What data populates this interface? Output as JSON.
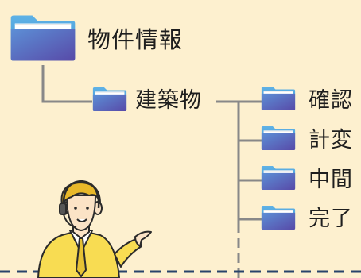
{
  "tree": {
    "root": {
      "label": "物件情報",
      "icon": "folder-icon"
    },
    "level1": {
      "label": "建築物",
      "icon": "folder-icon"
    },
    "children": [
      {
        "label": "確認",
        "icon": "folder-icon"
      },
      {
        "label": "計変",
        "icon": "folder-icon"
      },
      {
        "label": "中間",
        "icon": "folder-icon"
      },
      {
        "label": "完了",
        "icon": "folder-icon"
      }
    ]
  },
  "figure": {
    "icon": "businessman-headset-icon"
  },
  "colors": {
    "background": "#fdf0cf",
    "folder_tab": "#4fa3da",
    "folder_front_top": "#5a8ad3",
    "folder_front_bottom": "#5a4eaa",
    "connector": "#888888",
    "dashed_line": "#28436b",
    "shirt": "#f8dc52",
    "hair": "#e8b82a",
    "tie": "#e6c234"
  }
}
